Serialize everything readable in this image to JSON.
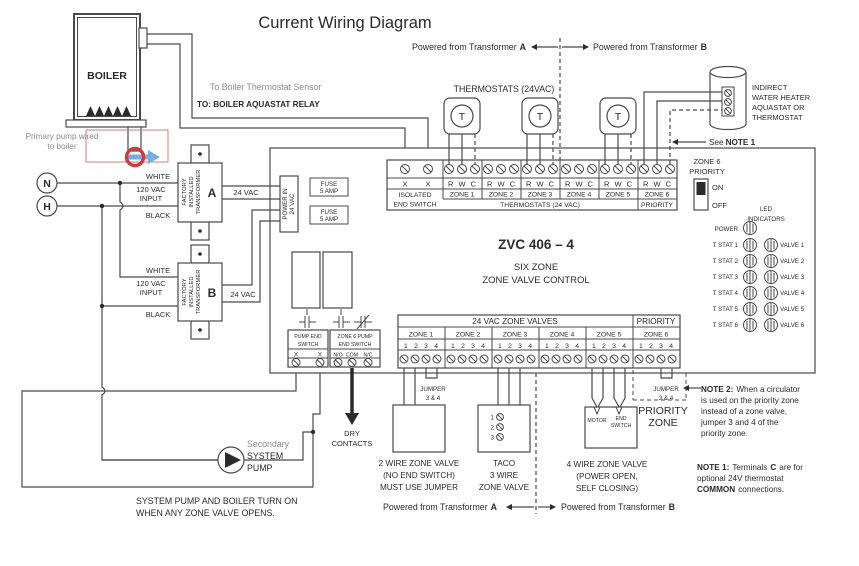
{
  "colors": {
    "line": "#4a4a4a",
    "red_accent": "#c54040",
    "blue_accent": "#7aadde",
    "gray_text": "#8a8a8a"
  },
  "title": "Current Wiring Diagram",
  "boiler": {
    "name": "BOILER",
    "pump_note1": "Primary pump wired",
    "pump_note2": "to boiler",
    "sensor": "To Boiler Thermostat Sensor",
    "aquastat": "TO: BOILER AQUASTAT RELAY"
  },
  "mains": {
    "n": "N",
    "h": "H"
  },
  "tx": {
    "white": "WHITE",
    "black": "BLACK",
    "vin1": "120 VAC",
    "vin2": "INPUT",
    "f1": "FACTORY",
    "f2": "INSTALLED",
    "f3": "TRANSFORMER",
    "a": "A",
    "b": "B",
    "vac": "24 VAC"
  },
  "ctrl": {
    "pin1": "POWER IN",
    "pin2": "24 VAC",
    "fuse1": "FUSE",
    "fuse2": "5 AMP",
    "model": "ZVC 406 – 4",
    "sub1": "SIX ZONE",
    "sub2": "ZONE VALVE CONTROL"
  },
  "powered": {
    "text": "Powered from Transformer",
    "a": "A",
    "b": "B"
  },
  "tstats": {
    "header": "THERMOSTATS (24VAC)",
    "t": "T"
  },
  "strip_top": {
    "x": "X",
    "iso1": "ISOLATED",
    "iso2": "END SWITCH",
    "rwc": "R W C",
    "zones": [
      "ZONE 1",
      "ZONE 2",
      "ZONE 3",
      "ZONE 4",
      "ZONE 5",
      "ZONE 6"
    ],
    "span": "THERMOSTATS (24 VAC)",
    "priority": "PRIORITY"
  },
  "heater": {
    "l1": "INDIRECT",
    "l2": "WATER HEATER",
    "l3": "AQUASTAT OR",
    "l4": "THERMOSTAT",
    "see": "See",
    "note": "NOTE 1"
  },
  "prio_switch": {
    "l1": "ZONE 6",
    "l2": "PRIORITY",
    "on": "ON",
    "off": "OFF"
  },
  "leds": {
    "h1": "LED",
    "h2": "INDICATORS",
    "power": "POWER",
    "tstats": [
      "T STAT 1",
      "T STAT 2",
      "T STAT 3",
      "T STAT 4",
      "T STAT 5",
      "T STAT 6"
    ],
    "valves": [
      "VALVE 1",
      "VALVE 2",
      "VALVE 3",
      "VALVE 4",
      "VALVE 5",
      "VALVE 6"
    ]
  },
  "strip_bot": {
    "header": "24 VAC ZONE VALVES",
    "priority": "PRIORITY",
    "zones": [
      "ZONE 1",
      "ZONE 2",
      "ZONE 3",
      "ZONE 4",
      "ZONE 5",
      "ZONE 6"
    ],
    "nums": "1 2 3 4"
  },
  "es": {
    "p1": "PUMP END",
    "p2": "SWITCH",
    "x": "X",
    "z1": "ZONE 6 PUMP",
    "z2": "END SWITCH",
    "no": "N/O",
    "com": "COM",
    "nc": "N/C",
    "dry1": "DRY",
    "dry2": "CONTACTS"
  },
  "valves": {
    "j1": "JUMPER",
    "j2": "3 & 4",
    "v21": "2 WIRE ZONE VALVE",
    "v22": "(NO END SWITCH)",
    "v23": "MUST USE JUMPER",
    "t1": "1",
    "t2": "2",
    "t3": "3",
    "taco1": "TACO",
    "taco2": "3 WIRE",
    "taco3": "ZONE VALVE",
    "motor": "MOTOR",
    "es1": "END",
    "es2": "SWITCH",
    "v41": "4 WIRE ZONE VALVE",
    "v42": "(POWER OPEN,",
    "v43": "SELF CLOSING)",
    "pz1": "PRIORITY",
    "pz2": "ZONE"
  },
  "pump": {
    "secondary": "Secondary",
    "l1": "SYSTEM",
    "l2": "PUMP",
    "n1": "SYSTEM PUMP AND BOILER TURN ON",
    "n2": "WHEN ANY ZONE VALVE OPENS."
  },
  "notes": {
    "n2l": "NOTE 2:",
    "n21": "When a circulator",
    "n22": "is used on the priority zone",
    "n23": "instead of a zone valve,",
    "n24": "jumper 3 and 4 of the",
    "n25": "priority zone.",
    "n1l": "NOTE 1:",
    "n11a": "Terminals",
    "n11b": "C",
    "n11c": "are for",
    "n12": "optional 24V thermostat",
    "n13a": "COMMON",
    "n13b": "connections."
  }
}
